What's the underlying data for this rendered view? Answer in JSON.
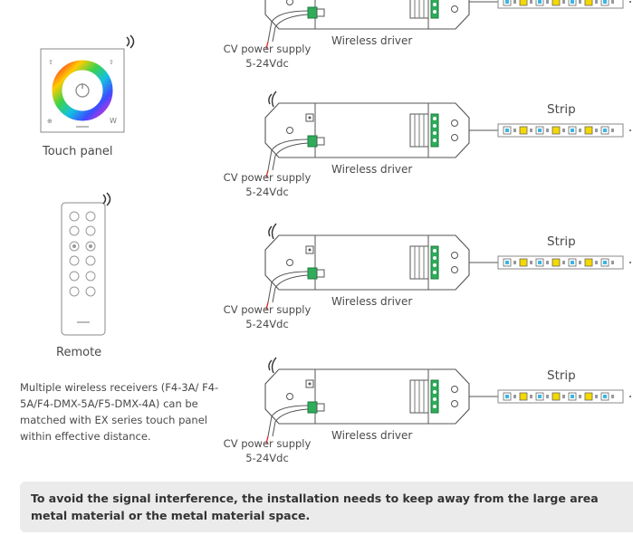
{
  "left": {
    "touch_panel_label": "Touch panel",
    "remote_label": "Remote",
    "note": "Multiple wireless receivers (F4-3A/ F4-5A/F4-DMX-5A/F5-DMX-4A) can be matched with EX series touch panel within effective distance."
  },
  "rows": [
    {
      "driver_label": "Wireless driver",
      "supply_line1": "CV power supply",
      "supply_line2": "5-24Vdc",
      "strip_label": ""
    },
    {
      "driver_label": "Wireless driver",
      "supply_line1": "CV power supply",
      "supply_line2": "5-24Vdc",
      "strip_label": "Strip"
    },
    {
      "driver_label": "Wireless driver",
      "supply_line1": "CV power supply",
      "supply_line2": "5-24Vdc",
      "strip_label": "Strip"
    },
    {
      "driver_label": "Wireless driver",
      "supply_line1": "CV power supply",
      "supply_line2": "5-24Vdc",
      "strip_label": "Strip"
    }
  ],
  "warning": "To avoid the signal interference, the installation needs to keep away from the large area metal material or the metal material space.",
  "colors": {
    "led_yellow": "#f5d800",
    "led_cyan": "#38b6e6",
    "outline": "#555555",
    "warning_bg": "#ebebeb"
  }
}
